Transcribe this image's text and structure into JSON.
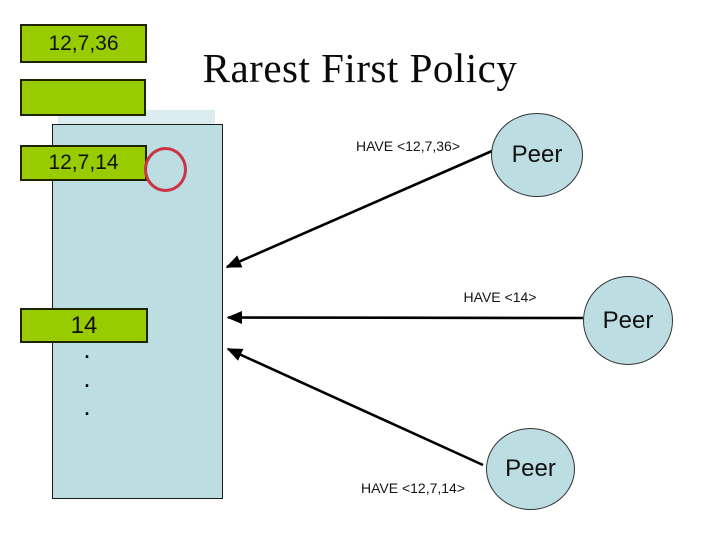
{
  "title": "Rarest First Policy",
  "colors": {
    "piece_green": "#99cc00",
    "shape_blue": "#bcdde2",
    "highlight_red": "#cc3344",
    "line_black": "#000000"
  },
  "buffer": {
    "pieces": [
      {
        "label": "12,7,36"
      },
      {
        "label": ""
      },
      {
        "label": "12,7,14"
      },
      {
        "label": "14"
      }
    ],
    "ellipsis_dots": [
      ".",
      ".",
      "."
    ]
  },
  "peers": [
    {
      "label": "Peer"
    },
    {
      "label": "Peer"
    },
    {
      "label": "Peer"
    }
  ],
  "messages": [
    {
      "text": "HAVE <12,7,36>"
    },
    {
      "text": "HAVE <14>"
    },
    {
      "text": "HAVE <12,7,14>"
    }
  ]
}
